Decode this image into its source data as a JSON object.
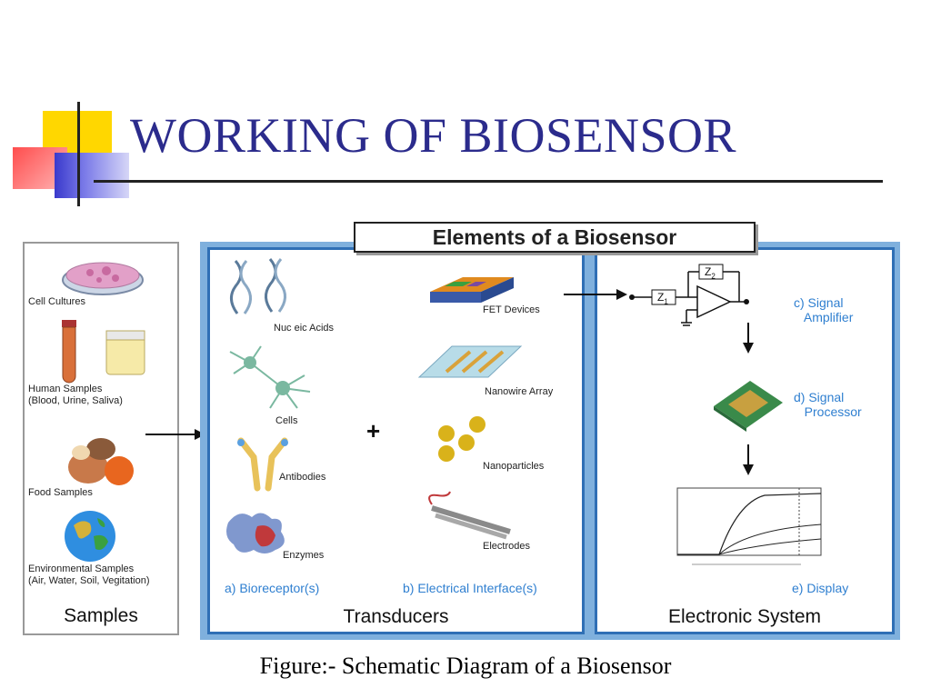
{
  "slide": {
    "title": "WORKING OF BIOSENSOR",
    "caption": "Figure:- Schematic Diagram of a Biosensor"
  },
  "diagram": {
    "header": "Elements of a Biosensor",
    "samples": {
      "title": "Samples",
      "items": [
        {
          "label": "Cell Cultures",
          "icon": "petri-dish-icon"
        },
        {
          "label": "Human Samples\n(Blood, Urine, Saliva)",
          "icon": "test-tube-icon"
        },
        {
          "label": "Food Samples",
          "icon": "food-icon"
        },
        {
          "label": "Environmental Samples\n(Air, Water, Soil, Vegitation)",
          "icon": "globe-icon"
        }
      ]
    },
    "transducers": {
      "title": "Transducers",
      "bioreceptors": {
        "caption": "a) Bioreceptor(s)",
        "items": [
          "Nuc eic Acids",
          "Cells",
          "Antibodies",
          "Enzymes"
        ]
      },
      "plus": "+",
      "interfaces": {
        "caption": "b) Electrical Interface(s)",
        "items": [
          "FET Devices",
          "Nanowire Array",
          "Nanoparticles",
          "Electrodes"
        ]
      }
    },
    "electronic_system": {
      "title": "Electronic System",
      "amplifier": "c) Signal\n   Amplifier",
      "processor": "d) Signal\n   Processor",
      "display": "e) Display",
      "z1": "Z",
      "z2": "Z",
      "z1_sub": "1",
      "z2_sub": "2"
    }
  }
}
